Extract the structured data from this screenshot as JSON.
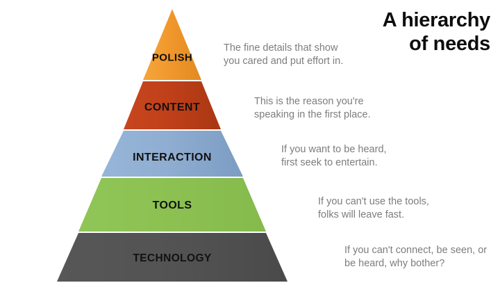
{
  "title": "A hierarchy\nof needs",
  "colors": {
    "background": "#ffffff",
    "polish": "#F0982D",
    "polish_dark": "#E08A22",
    "content": "#C0401A",
    "content_dark": "#A83612",
    "interaction": "#90AED1",
    "interaction_dark": "#7C9CC4",
    "tools": "#8CC152",
    "tools_dark": "#84BA4C",
    "technology": "#535353",
    "technology_dark": "#4A4A4A",
    "annotation_text": "#7d7d7d",
    "label_text": "#111111"
  },
  "chart_data": {
    "type": "pyramid",
    "title": "A hierarchy of needs",
    "orientation": "bottom-up",
    "tiers": [
      {
        "rank": 1,
        "label": "POLISH",
        "annotation": "The fine details that show\nyou cared and put effort in.",
        "color": "#F0982D"
      },
      {
        "rank": 2,
        "label": "CONTENT",
        "annotation": "This is the reason you're\nspeaking in the first place.",
        "color": "#C0401A"
      },
      {
        "rank": 3,
        "label": "INTERACTION",
        "annotation": "If you want to be heard,\nfirst seek to entertain.",
        "color": "#90AED1"
      },
      {
        "rank": 4,
        "label": "TOOLS",
        "annotation": "If you can't use the tools,\nfolks will leave fast.",
        "color": "#8CC152"
      },
      {
        "rank": 5,
        "label": "TECHNOLOGY",
        "annotation": "If you can't connect, be seen, or\nbe heard, why bother?",
        "color": "#535353"
      }
    ]
  },
  "tiers": [
    {
      "label": "POLISH",
      "annotation": "The fine details that show\nyou cared and put effort in."
    },
    {
      "label": "CONTENT",
      "annotation": "This is the reason you're\nspeaking in the first place."
    },
    {
      "label": "INTERACTION",
      "annotation": "If you want to be heard,\nfirst seek to entertain."
    },
    {
      "label": "TOOLS",
      "annotation": "If you can't use the tools,\nfolks will leave fast."
    },
    {
      "label": "TECHNOLOGY",
      "annotation": "If you can't connect, be seen, or\nbe heard, why bother?"
    }
  ]
}
